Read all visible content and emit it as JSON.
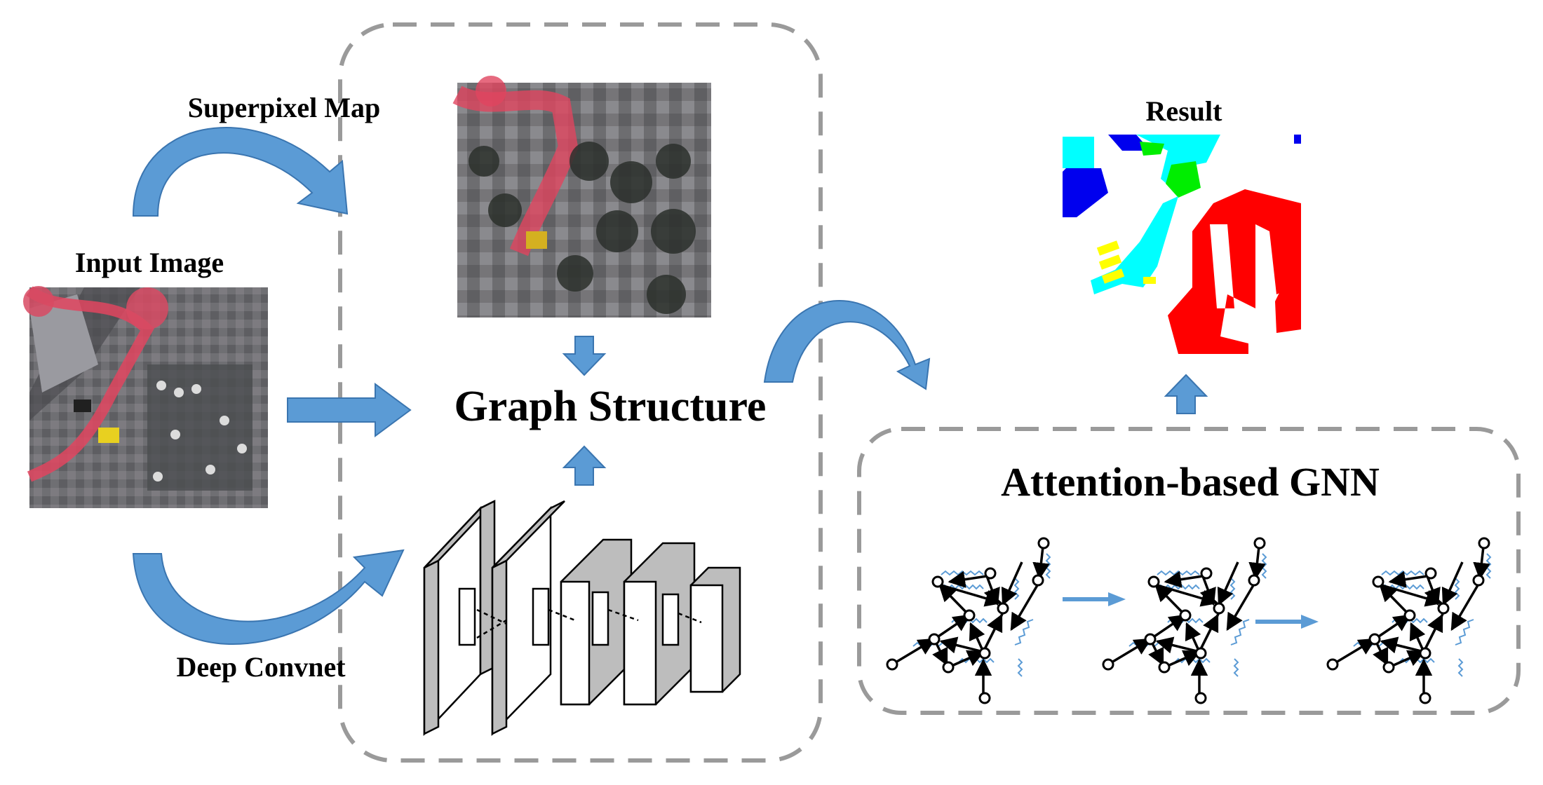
{
  "labels": {
    "superpixel_map": "Superpixel Map",
    "input_image": "Input Image",
    "deep_convnet": "Deep Convnet",
    "graph_structure": "Graph Structure",
    "result": "Result",
    "attention_gnn": "Attention-based GNN"
  },
  "colors": {
    "arrow_blue": "#5b9bd5",
    "arrow_blue_dark": "#3a75b0",
    "dashed_gray": "#9a9a9a",
    "result_red": "#ff0000",
    "result_blue": "#0000ee",
    "result_cyan": "#00ffff",
    "result_green": "#00ee00",
    "result_yellow": "#ffff00"
  },
  "nodes": [
    "input-image",
    "superpixel-map",
    "deep-convnet",
    "graph-structure",
    "attention-gnn",
    "result"
  ],
  "edges": [
    [
      "input-image",
      "superpixel-map"
    ],
    [
      "input-image",
      "graph-structure"
    ],
    [
      "input-image",
      "deep-convnet"
    ],
    [
      "superpixel-map",
      "graph-structure"
    ],
    [
      "deep-convnet",
      "graph-structure"
    ],
    [
      "graph-structure",
      "attention-gnn"
    ],
    [
      "attention-gnn",
      "result"
    ]
  ]
}
